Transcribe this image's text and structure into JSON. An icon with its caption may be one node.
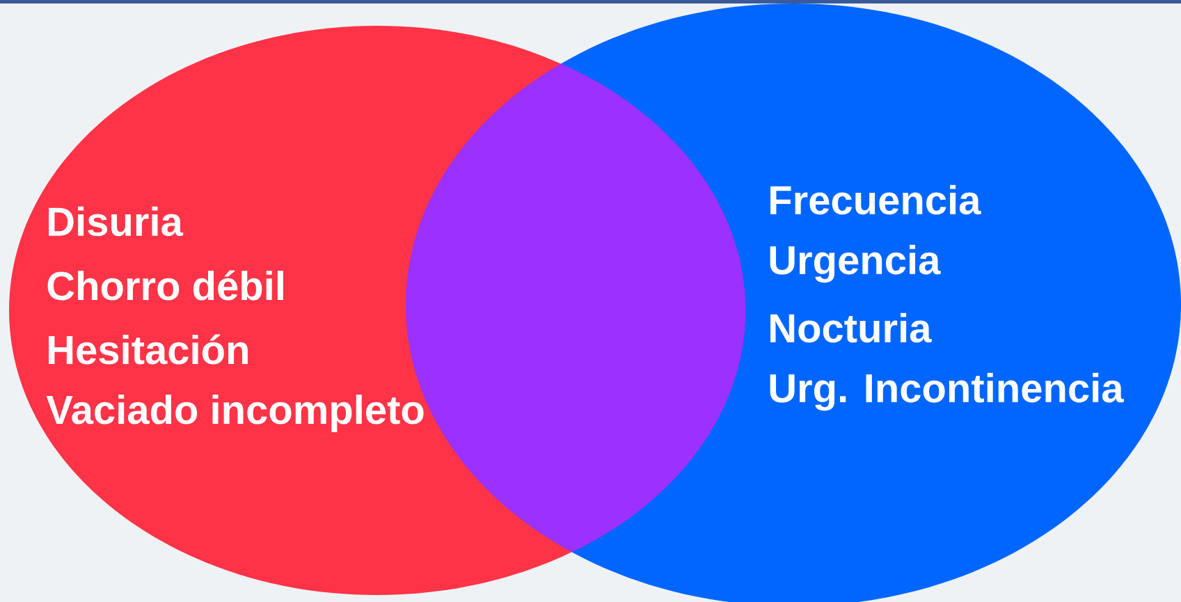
{
  "diagram": {
    "nodes": [
      {
        "text": [
          "Disuria",
          "Chorro débil",
          "Hesitación",
          "Vaciado incompleto"
        ]
      },
      {
        "text": [
          "Frecuencia",
          "Urgencia",
          "Nocturia",
          "Urg. Incontinencia"
        ]
      }
    ]
  }
}
